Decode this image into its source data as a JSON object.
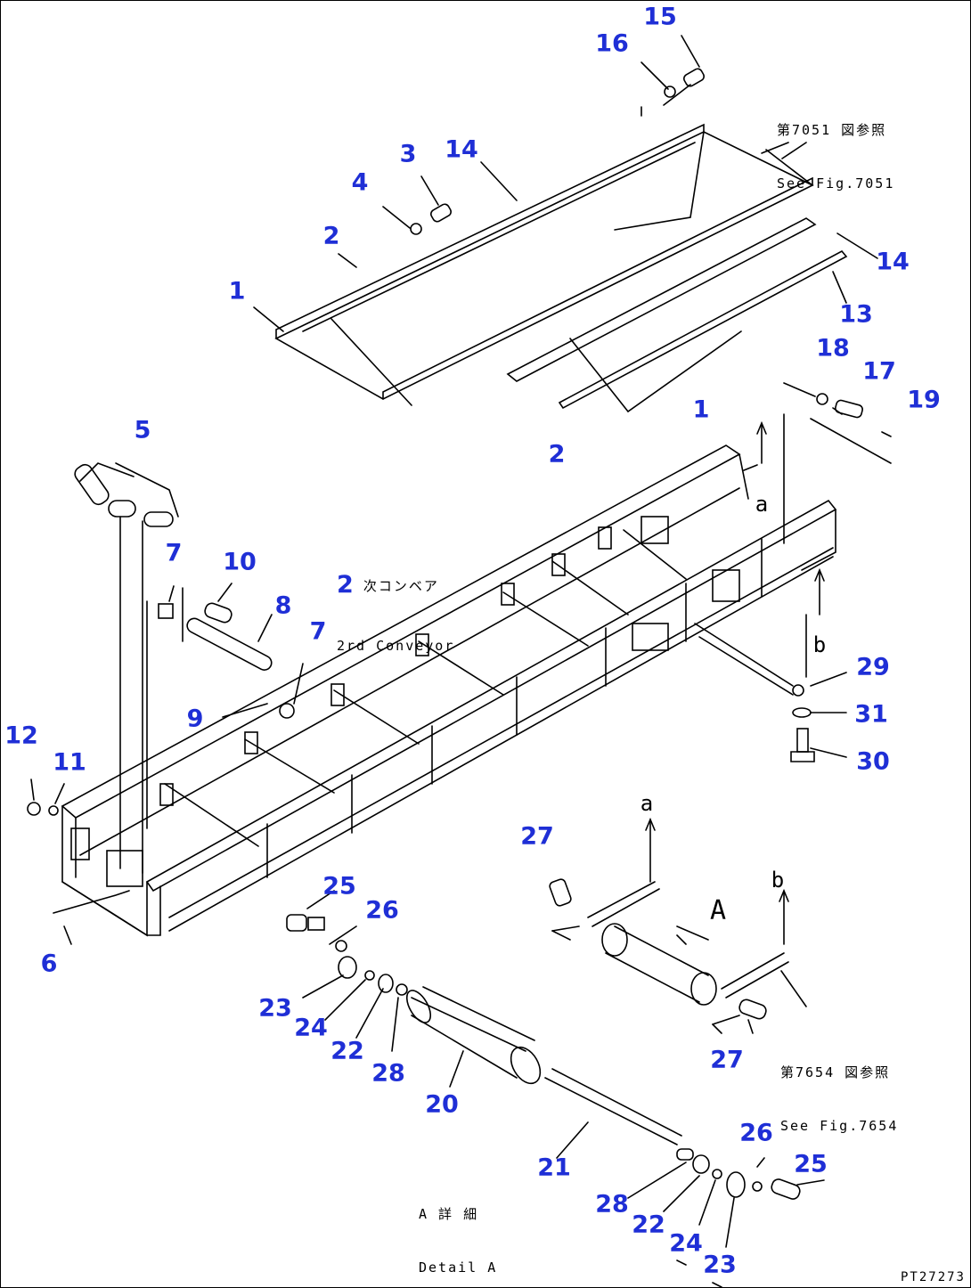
{
  "callouts": [
    {
      "id": "c15",
      "text": "15"
    },
    {
      "id": "c16",
      "text": "16"
    },
    {
      "id": "c3",
      "text": "3"
    },
    {
      "id": "c14a",
      "text": "14"
    },
    {
      "id": "c4",
      "text": "4"
    },
    {
      "id": "c2a",
      "text": "2"
    },
    {
      "id": "c1a",
      "text": "1"
    },
    {
      "id": "c14b",
      "text": "14"
    },
    {
      "id": "c13",
      "text": "13"
    },
    {
      "id": "c18",
      "text": "18"
    },
    {
      "id": "c17",
      "text": "17"
    },
    {
      "id": "c19",
      "text": "19"
    },
    {
      "id": "c1b",
      "text": "1"
    },
    {
      "id": "c2b",
      "text": "2"
    },
    {
      "id": "c5",
      "text": "5"
    },
    {
      "id": "c7a",
      "text": "7"
    },
    {
      "id": "c10",
      "text": "10"
    },
    {
      "id": "c8",
      "text": "8"
    },
    {
      "id": "c7b",
      "text": "7"
    },
    {
      "id": "c9",
      "text": "9"
    },
    {
      "id": "c12",
      "text": "12"
    },
    {
      "id": "c11",
      "text": "11"
    },
    {
      "id": "c6",
      "text": "6"
    },
    {
      "id": "c29",
      "text": "29"
    },
    {
      "id": "c31",
      "text": "31"
    },
    {
      "id": "c30",
      "text": "30"
    },
    {
      "id": "c27a",
      "text": "27"
    },
    {
      "id": "c25a",
      "text": "25"
    },
    {
      "id": "c26a",
      "text": "26"
    },
    {
      "id": "c23a",
      "text": "23"
    },
    {
      "id": "c24a",
      "text": "24"
    },
    {
      "id": "c22a",
      "text": "22"
    },
    {
      "id": "c28a",
      "text": "28"
    },
    {
      "id": "c20",
      "text": "20"
    },
    {
      "id": "c27b",
      "text": "27"
    },
    {
      "id": "c21",
      "text": "21"
    },
    {
      "id": "c26b",
      "text": "26"
    },
    {
      "id": "c25b",
      "text": "25"
    },
    {
      "id": "c28b",
      "text": "28"
    },
    {
      "id": "c22b",
      "text": "22"
    },
    {
      "id": "c24b",
      "text": "24"
    },
    {
      "id": "c23b",
      "text": "23"
    }
  ],
  "letters": {
    "a_top": "a",
    "b_top": "b",
    "a_bottom": "a",
    "b_bottom": "b",
    "A_view": "A"
  },
  "notes": {
    "see_fig_7051_jp": "第7051 図参照",
    "see_fig_7051_en": "See Fig.7051",
    "conveyor_num": "2",
    "conveyor_jp": "次コンベア",
    "conveyor_en": "2rd Conveyor",
    "see_fig_7654_jp": "第7654 図参照",
    "see_fig_7654_en": "See Fig.7654",
    "detail_jp": "A 詳 細",
    "detail_en": "Detail A"
  },
  "drawing_code": "PT27273",
  "colors": {
    "callout": "#1f2fd6",
    "line": "#000000",
    "background": "#ffffff"
  }
}
